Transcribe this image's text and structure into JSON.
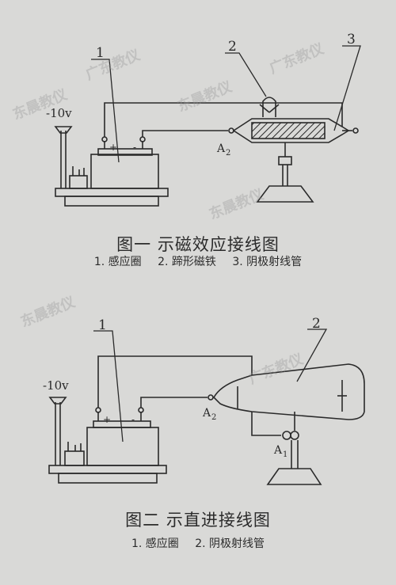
{
  "figure1": {
    "title": "图一   示磁效应接线图",
    "legend": [
      "1. 感应圈",
      "2. 蹄形磁铁",
      "3. 阴极射线管"
    ],
    "labels": {
      "induction_coil": "1",
      "magnet": "2",
      "tube": "3",
      "voltage": "-10v",
      "anode": "A",
      "anode_sub": "2",
      "plus": "+",
      "minus": "-"
    }
  },
  "figure2": {
    "title": "图二   示直进接线图",
    "legend": [
      "1. 感应圈",
      "2. 阴极射线管"
    ],
    "labels": {
      "induction_coil": "1",
      "tube": "2",
      "voltage": "-10v",
      "anode2": "A",
      "anode2_sub": "2",
      "anode1": "A",
      "anode1_sub": "1",
      "plus": "+",
      "minus": "-"
    }
  },
  "watermarks": [
    "东晨教仪",
    "广东教仪",
    "东晨教仪",
    "广东教仪",
    "东晨教仪",
    "东晨教仪",
    "广东教仪"
  ]
}
